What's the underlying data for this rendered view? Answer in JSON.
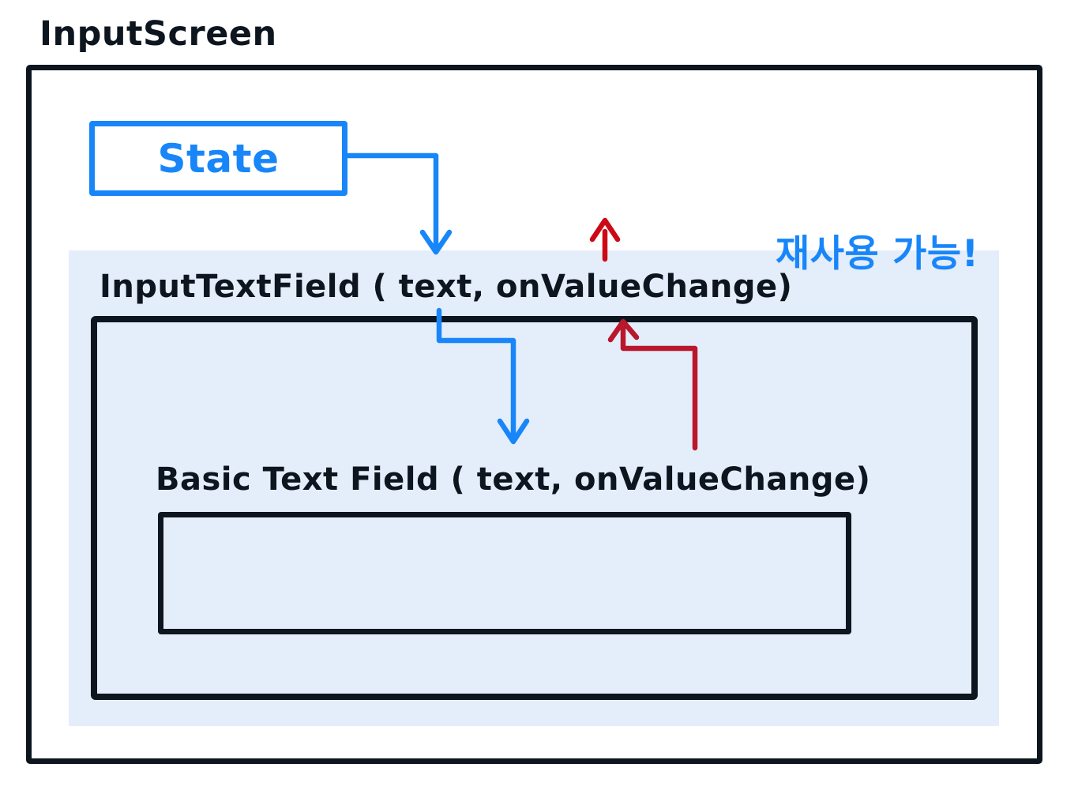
{
  "diagram": {
    "title": "InputScreen",
    "state_box": {
      "label": "State"
    },
    "reusable_component": {
      "note": "재사용 가능!",
      "note_meaning": "Reusable!",
      "input_text_field": {
        "label": "InputTextField ( text, onValueChange)"
      },
      "basic_text_field": {
        "label": "Basic Text Field ( text, onValueChange)"
      }
    },
    "arrows": [
      {
        "name": "state-to-input-text-field",
        "color": "blue",
        "direction": "down"
      },
      {
        "name": "input-text-field-to-basic-text-field",
        "color": "blue",
        "direction": "down"
      },
      {
        "name": "input-text-field-event-up",
        "color": "red",
        "direction": "up"
      },
      {
        "name": "basic-text-field-event-to-input-text-field",
        "color": "red",
        "direction": "up"
      }
    ]
  },
  "colors": {
    "ink": "#0d151f",
    "blue": "#1886f9",
    "red_bright": "#cc0a16",
    "red_dark": "#b9172b",
    "shade": "#e4edfa",
    "background": "#ffffff"
  }
}
